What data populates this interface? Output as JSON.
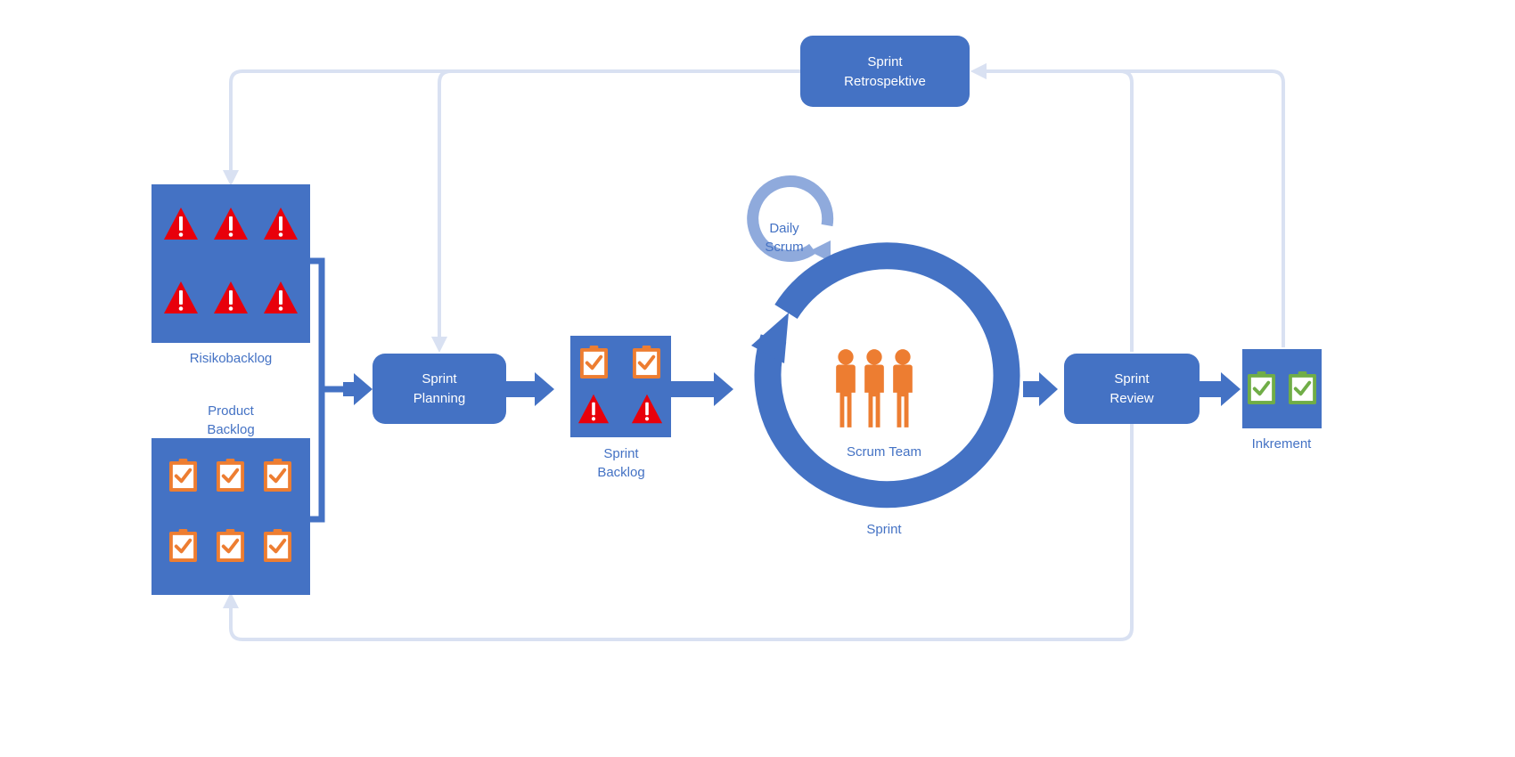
{
  "nodes": {
    "sprint_retrospektive": [
      "Sprint",
      "Retrospektive"
    ],
    "risikobacklog": "Risikobacklog",
    "product_backlog": [
      "Product",
      "Backlog"
    ],
    "sprint_planning": [
      "Sprint",
      "Planning"
    ],
    "sprint_backlog": [
      "Sprint",
      "Backlog"
    ],
    "daily_scrum": [
      "Daily",
      "Scrum"
    ],
    "scrum_team": "Scrum Team",
    "sprint": "Sprint",
    "sprint_review": [
      "Sprint",
      "Review"
    ],
    "inkrement": "Inkrement"
  },
  "icons": {
    "risk": "warning-triangle-icon",
    "task": "clipboard-check-icon",
    "done": "clipboard-check-icon",
    "team": "people-group-icon"
  },
  "colors": {
    "primary": "#4472c4",
    "loop_line": "#d9e1f2",
    "daily_ring": "#8faadc",
    "risk": "#e8000b",
    "task": "#ed7d31",
    "done": "#70ad47",
    "team": "#ed7d31"
  }
}
